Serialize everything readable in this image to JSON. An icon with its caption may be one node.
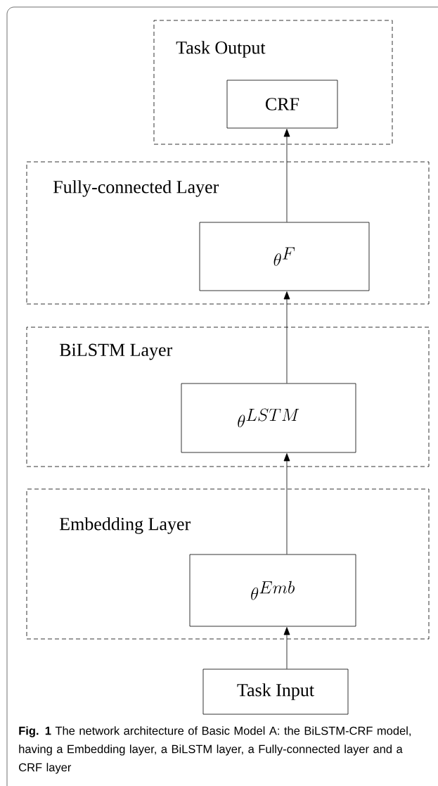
{
  "diagram": {
    "caption": "**Fig. 1** The network architecture of Basic Model A: the BiLSTM-CRF model, having a Embedding layer, a BiLSTM layer, a Fully-connected layer and a CRF layer",
    "nodes": [
      {
        "text": [
          "Task Output"
        ]
      },
      {
        "text": [
          "CRF"
        ],
        "in": 0
      },
      {
        "text": [
          "Fully-connected Layer"
        ]
      },
      {
        "text": [
          "\\theta^{F}"
        ],
        "in": 2
      },
      {
        "text": [
          "BiLSTM Layer"
        ]
      },
      {
        "text": [
          "\\theta^{LSTM}"
        ],
        "in": 4
      },
      {
        "text": [
          "Embedding Layer"
        ]
      },
      {
        "text": [
          "\\theta^{Emb}"
        ],
        "in": 6
      },
      {
        "text": [
          "Task Input"
        ]
      }
    ],
    "edges": [
      {
        "from": 8,
        "to": 7,
        "arrow": "to"
      },
      {
        "from": 7,
        "to": 5,
        "arrow": "to"
      },
      {
        "from": 5,
        "to": 3,
        "arrow": "to"
      },
      {
        "from": 3,
        "to": 1,
        "arrow": "to"
      }
    ]
  }
}
